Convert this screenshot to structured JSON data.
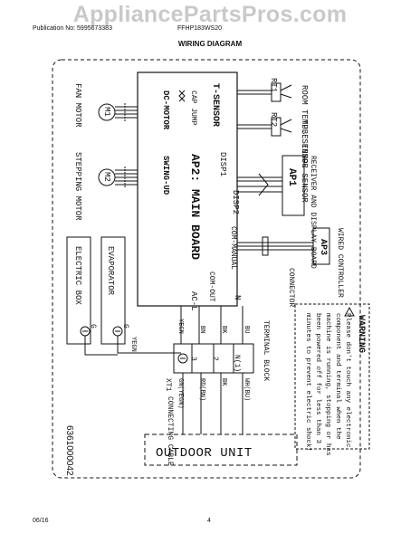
{
  "header": {
    "watermark": "AppliancePartsPros.com",
    "publication_no": "Publication No: 5995673383",
    "model": "FFHP183WS20",
    "title": "WIRING DIAGRAM"
  },
  "footer": {
    "date": "06/16",
    "page_number": "4"
  },
  "diagram": {
    "doc_number": "6361000042",
    "main_board": "AP2: MAIN BOARD",
    "board_ports": {
      "t_sensor": "T-SENSOR",
      "cap_jump": "CAP JUMP",
      "dc_motor": "DC-MOTOR",
      "swing_ud": "SWING-UD",
      "disp1": "DISP1",
      "disp2": "DISP2",
      "com_manual": "COM-MANUAL",
      "com_out": "COM-OUT",
      "n": "N",
      "ac_l": "AC-L"
    },
    "components": {
      "m1": "M1",
      "fan_motor": "FAN MOTOR",
      "m2": "M2",
      "stepping_motor": "STEPPING MOTOR",
      "rt1": "RT1",
      "rt2": "RT2",
      "room_sensor": "ROOM TEMP. SENSOR",
      "tube_sensor": "TUBE TEMP. SENSOR",
      "ap1": "AP1",
      "receiver_board": "RECEIVER AND DISPLAY BOARD",
      "ap3": "AP3",
      "wired_controller": "WIRED CONTROLLER",
      "connector": "CONNECTOR",
      "evaporator": "EVAPORATOR",
      "electric_box": "ELECTRIC BOX",
      "ground_g": "G",
      "terminal_block": "TERMINAL BLOCK",
      "xt1": "XT1",
      "connecting_cable": "CONNECTING CABLE",
      "outdoor_unit": "OUTDOOR UNIT"
    },
    "terminals": {
      "t1": "N(1)",
      "t2": "2",
      "t3": "3",
      "left_bu": "BU",
      "left_bk": "BK",
      "left_bn": "BN",
      "left_yegn": "YEGN",
      "right_1": "WH(BU)",
      "right_2": "BK",
      "right_3": "RD(BN)",
      "right_4": "GN(YEGN)"
    },
    "wire_labels": {
      "yegn_ground": "YEGN"
    },
    "warning": {
      "heading": "WARNING",
      "lines": [
        "Please don't touch any electronic",
        "component and terminal when the",
        "machine is running, stopping or has",
        "been powered off for less than 3",
        "minutes to prevent electric shock!"
      ]
    }
  }
}
